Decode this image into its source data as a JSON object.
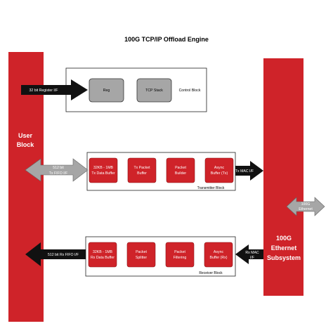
{
  "title": "100G TCP/IP Offload Engine",
  "user_block": {
    "line1": "User",
    "line2": "Block"
  },
  "ethernet_subsystem": {
    "line1": "100G",
    "line2": "Ethernet",
    "line3": "Subsystem"
  },
  "control_block": {
    "label": "Control Block",
    "reg": "Reg",
    "tcp_stack": "TCP Stack",
    "register_if": "32 bit Register I/F"
  },
  "transmitter_block": {
    "label": "Transmitter Block",
    "tx_fifo": {
      "line1": "512 bit",
      "line2": "Tx FIFO I/F"
    },
    "tx_mac": "Tx MAC I/F",
    "units": [
      {
        "line1": "32KB - 1MB",
        "line2": "Tx Data Buffer"
      },
      {
        "line1": "Tx Packet",
        "line2": "Buffer"
      },
      {
        "line1": "Packet",
        "line2": "Builder"
      },
      {
        "line1": "Async",
        "line2": "Buffer (Tx)"
      }
    ]
  },
  "receiver_block": {
    "label": "Receiver Block",
    "rx_fifo": "512 bit Rx FIFO I/F",
    "rx_mac": {
      "line1": "Rx MAC",
      "line2": "I/F"
    },
    "units": [
      {
        "line1": "32KB - 1MB",
        "line2": "Rx Data Buffer"
      },
      {
        "line1": "Packet",
        "line2": "Splitter"
      },
      {
        "line1": "Packet",
        "line2": "Filtering"
      },
      {
        "line1": "Async",
        "line2": "Buffer (Rx)"
      }
    ]
  },
  "ethernet_port": {
    "line1": "100G",
    "line2": "Ethernet"
  },
  "colors": {
    "red": "#cf2329",
    "grey": "#a6a6a6",
    "black": "#111111"
  }
}
